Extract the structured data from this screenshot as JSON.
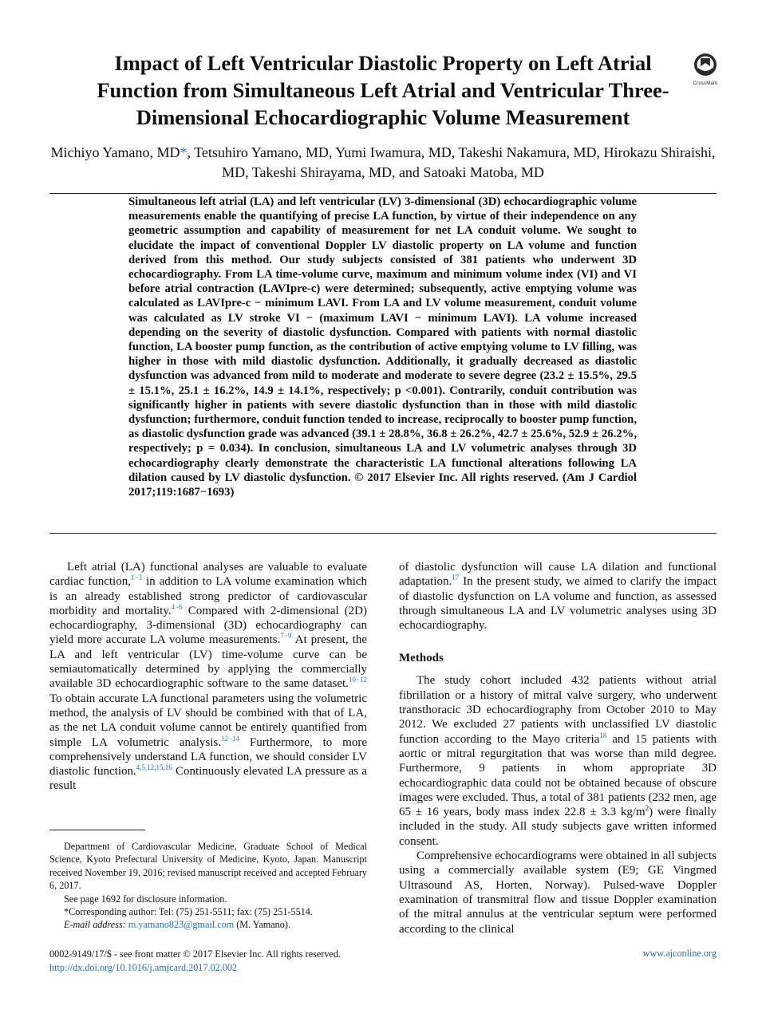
{
  "title": "Impact of Left Ventricular Diastolic Property on Left Atrial Function from Simultaneous Left Atrial and Ventricular Three-Dimensional Echocardiographic Volume Measurement",
  "crossmark_label": "CrossMark",
  "authors": {
    "first": "Michiyo Yamano, MD",
    "star": "*",
    "rest": ", Tetsuhiro Yamano, MD, Yumi Iwamura, MD, Takeshi Nakamura, MD, Hirokazu Shiraishi, MD, Takeshi Shirayama, MD, and Satoaki Matoba, MD"
  },
  "abstract": "Simultaneous left atrial (LA) and left ventricular (LV) 3-dimensional (3D) echocardiographic volume measurements enable the quantifying of precise LA function, by virtue of their independence on any geometric assumption and capability of measurement for net LA conduit volume. We sought to elucidate the impact of conventional Doppler LV diastolic property on LA volume and function derived from this method. Our study subjects consisted of 381 patients who underwent 3D echocardiography. From LA time-volume curve, maximum and minimum volume index (VI) and VI before atrial contraction (LAVIpre-c) were determined; subsequently, active emptying volume was calculated as LAVIpre-c − minimum LAVI. From LA and LV volume measurement, conduit volume was calculated as LV stroke VI − (maximum LAVI − minimum LAVI). LA volume increased depending on the severity of diastolic dysfunction. Compared with patients with normal diastolic function, LA booster pump function, as the contribution of active emptying volume to LV filling, was higher in those with mild diastolic dysfunction. Additionally, it gradually decreased as diastolic dysfunction was advanced from mild to moderate and moderate to severe degree (23.2 ± 15.5%, 29.5 ± 15.1%, 25.1 ± 16.2%, 14.9 ± 14.1%, respectively; p <0.001). Contrarily, conduit contribution was significantly higher in patients with severe diastolic dysfunction than in those with mild diastolic dysfunction; furthermore, conduit function tended to increase, reciprocally to booster pump function, as diastolic dysfunction grade was advanced (39.1 ± 28.8%, 36.8 ± 26.2%, 42.7 ± 25.6%, 52.9 ± 26.2%, respectively; p = 0.034). In conclusion, simultaneous LA and LV volumetric analyses through 3D echocardiography clearly demonstrate the characteristic LA functional alterations following LA dilation caused by LV diastolic dysfunction.  © 2017 Elsevier Inc. All rights reserved. (Am J Cardiol 2017;119:1687−1693)",
  "intro": {
    "t1": "Left atrial (LA) functional analyses are valuable to evaluate cardiac function,",
    "r1": "1−3",
    "t2": " in addition to LA volume examination which is an already established strong predictor of cardiovascular morbidity and mortality.",
    "r2": "4−6",
    "t3": " Compared with 2-dimensional (2D) echocardiography, 3-dimensional (3D) echocardiography can yield more accurate LA volume measurements.",
    "r3": "7−9",
    "t4": " At present, the LA and left ventricular (LV) time-volume curve can be semiautomatically determined by applying the commercially available 3D echocardiographic software to the same dataset.",
    "r4": "10−12",
    "t5": " To obtain accurate LA functional parameters using the volumetric method, the analysis of LV should be combined with that of LA, as the net LA conduit volume cannot be entirely quantified from simple LA volumetric analysis.",
    "r5": "12−14",
    "t6": " Furthermore, to more comprehensively understand LA function, we should consider LV diastolic function.",
    "r6": "4,5,12,15,16",
    "t7": " Continuously elevated LA pressure as a result",
    "c2t1": "of diastolic dysfunction will cause LA dilation and functional adaptation.",
    "c2r1": "17",
    "c2t2": " In the present study, we aimed to clarify the impact of diastolic dysfunction on LA volume and function, as assessed through simultaneous LA and LV volumetric analyses using 3D echocardiography."
  },
  "methods": {
    "heading": "Methods",
    "p1a": "The study cohort included 432 patients without atrial fibrillation or a history of mitral valve surgery, who underwent transthoracic 3D echocardiography from October 2010 to May 2012. We excluded 27 patients with unclassified LV diastolic function according to the Mayo criteria",
    "p1r": "18",
    "p1b": " and 15 patients with aortic or mitral regurgitation that was worse than mild degree. Furthermore, 9 patients in whom appropriate 3D echocardiographic data could not be obtained because of obscure images were excluded. Thus, a total of 381 patients (232 men, age 65 ± 16 years, body mass index 22.8 ± 3.3 kg/m",
    "p1sup": "2",
    "p1c": ") were finally included in the study. All study subjects gave written informed consent.",
    "p2": "Comprehensive echocardiograms were obtained in all subjects using a commercially available system (E9; GE Vingmed Ultrasound AS, Horten, Norway). Pulsed-wave Doppler examination of transmitral flow and tissue Doppler examination of the mitral annulus at the ventricular septum were performed according to the clinical"
  },
  "footnotes": {
    "affiliation": "Department of Cardiovascular Medicine, Graduate School of Medical Science, Kyoto Prefectural University of Medicine, Kyoto, Japan. Manuscript received November 19, 2016; revised manuscript received and accepted February 6, 2017.",
    "disclosure": "See page 1692 for disclosure information.",
    "corresponding": "*Corresponding author: Tel: (75) 251-5511; fax: (75) 251-5514.",
    "email_label": "E-mail address:",
    "email": "m.yamano823@gmail.com",
    "email_suffix": " (M. Yamano)."
  },
  "bottom": {
    "issn": "0002-9149/17/$ - see front matter © 2017 Elsevier Inc. All rights reserved.",
    "doi": "http://dx.doi.org/10.1016/j.amjcard.2017.02.002",
    "website": "www.ajconline.org"
  }
}
